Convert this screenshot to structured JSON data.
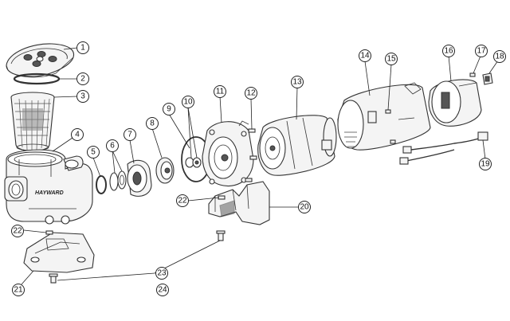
{
  "brand_text": "HAYWARD",
  "callouts": [
    {
      "id": "1",
      "label": "1"
    },
    {
      "id": "2",
      "label": "2"
    },
    {
      "id": "3",
      "label": "3"
    },
    {
      "id": "4",
      "label": "4"
    },
    {
      "id": "5",
      "label": "5"
    },
    {
      "id": "6",
      "label": "6"
    },
    {
      "id": "7",
      "label": "7"
    },
    {
      "id": "8",
      "label": "8"
    },
    {
      "id": "9",
      "label": "9"
    },
    {
      "id": "10",
      "label": "10"
    },
    {
      "id": "11",
      "label": "11"
    },
    {
      "id": "12",
      "label": "12"
    },
    {
      "id": "13",
      "label": "13"
    },
    {
      "id": "14",
      "label": "14"
    },
    {
      "id": "15",
      "label": "15"
    },
    {
      "id": "16",
      "label": "16"
    },
    {
      "id": "17",
      "label": "17"
    },
    {
      "id": "18",
      "label": "18"
    },
    {
      "id": "19",
      "label": "19"
    },
    {
      "id": "20",
      "label": "20"
    },
    {
      "id": "21",
      "label": "21"
    },
    {
      "id": "22a",
      "label": "22"
    },
    {
      "id": "22b",
      "label": "22"
    },
    {
      "id": "23",
      "label": "23"
    },
    {
      "id": "24",
      "label": "24"
    }
  ]
}
